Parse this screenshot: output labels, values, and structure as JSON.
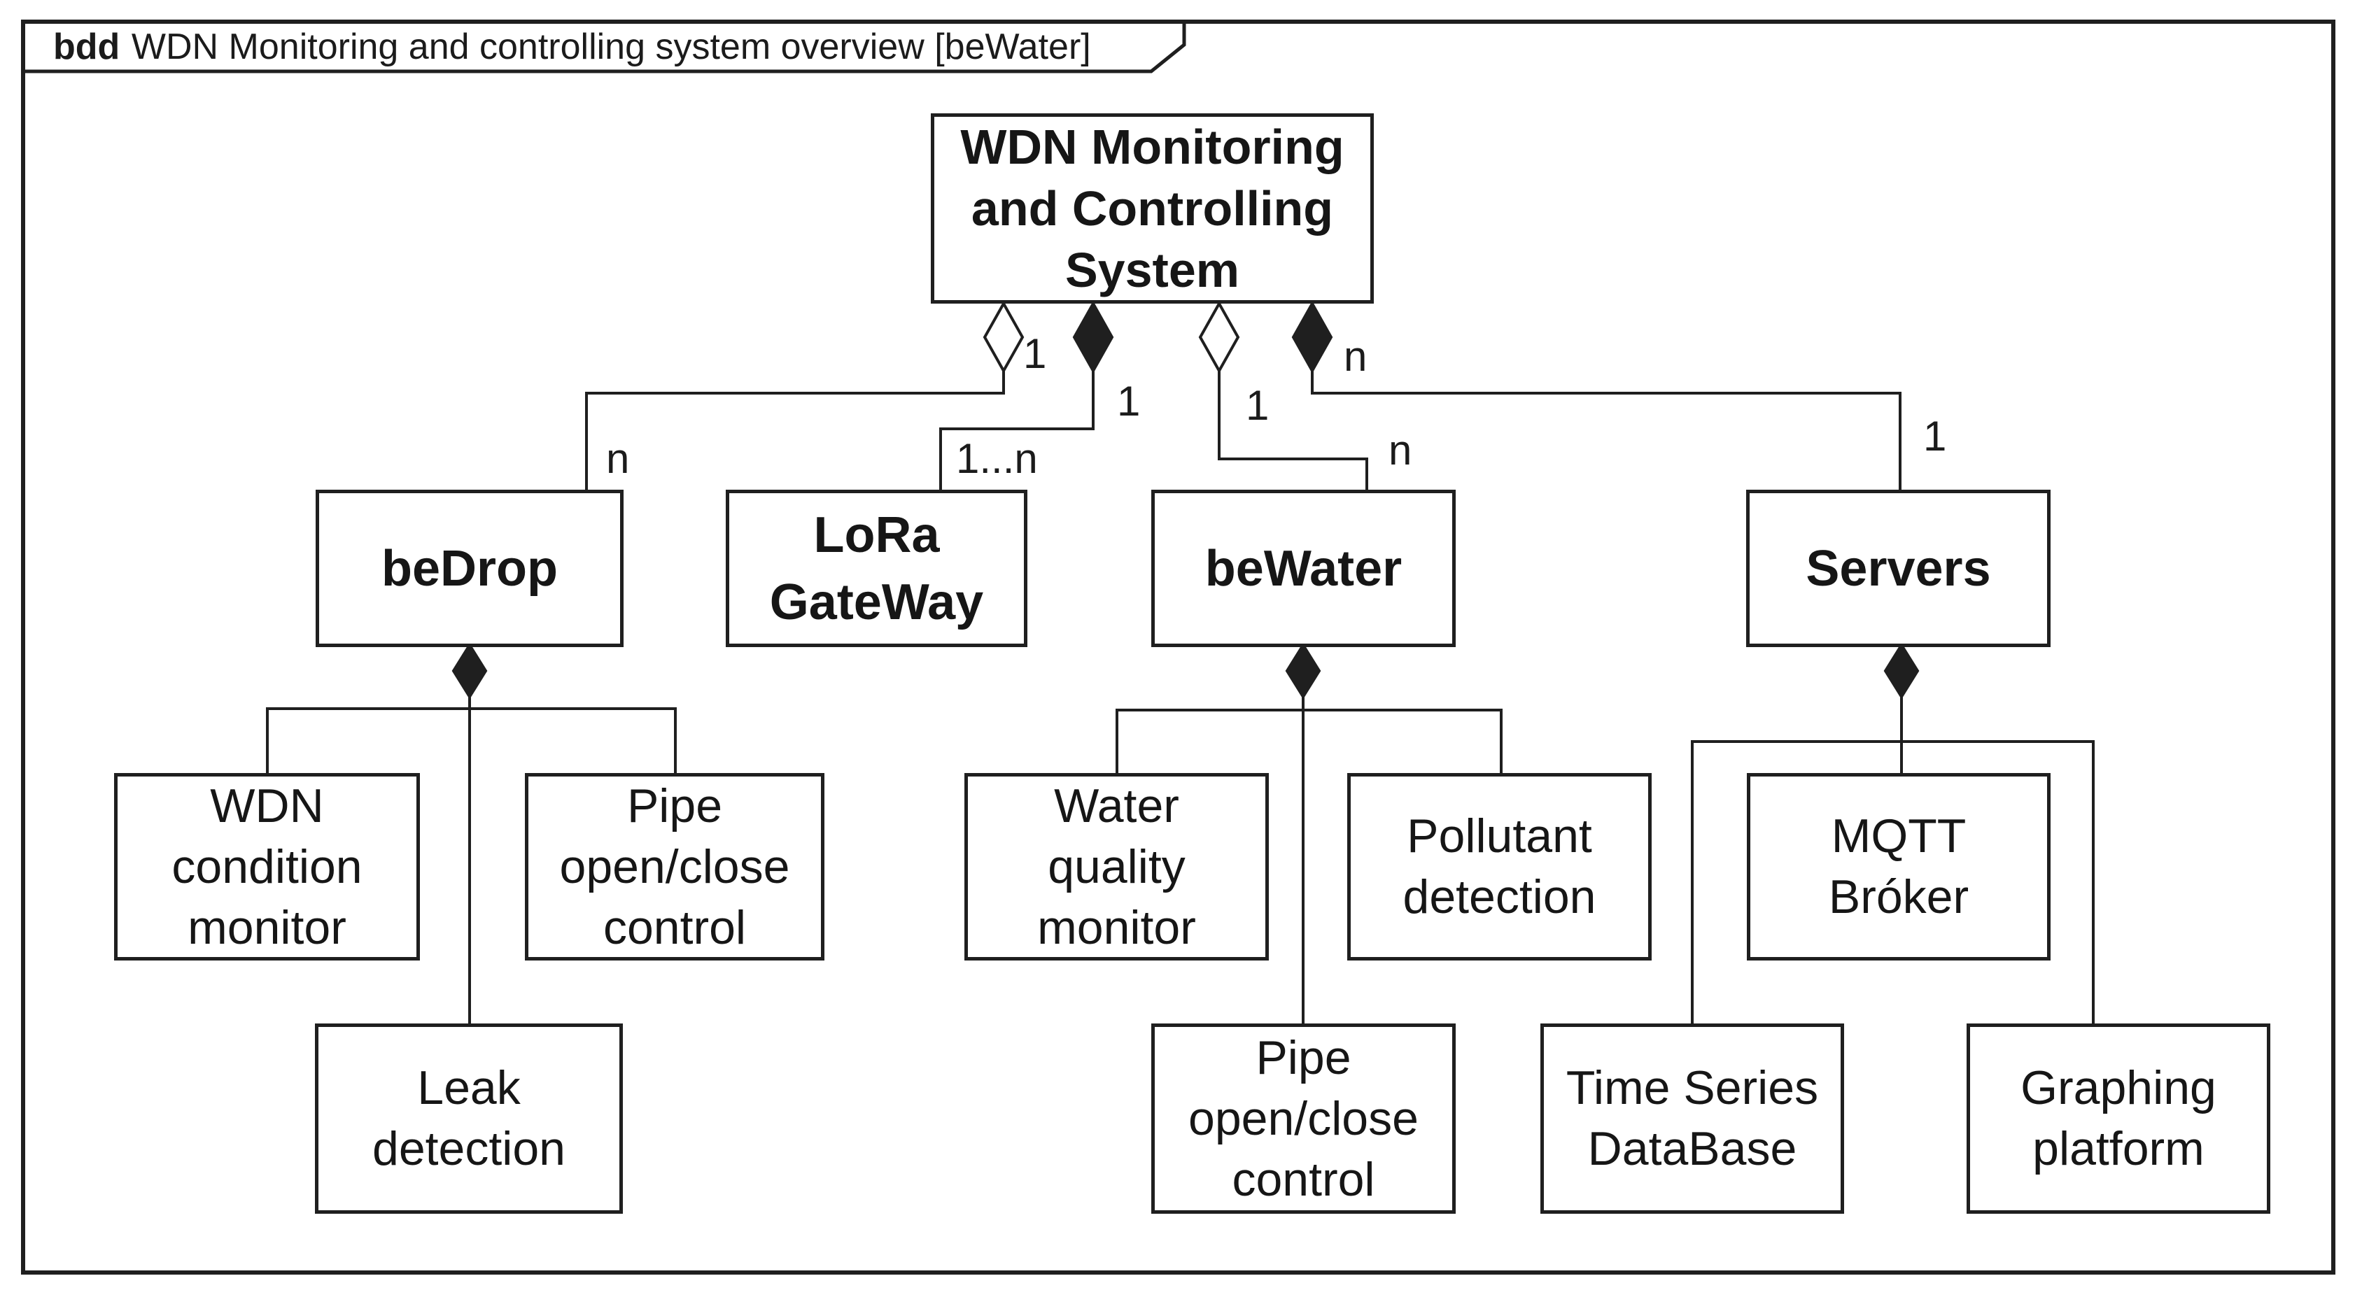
{
  "frame": {
    "keyword": "bdd",
    "title": "WDN Monitoring and controlling system overview [beWater]"
  },
  "colors": {
    "line": "#1f1f1f",
    "background": "#ffffff"
  },
  "blocks": {
    "root": {
      "label": "WDN Monitoring\nand Controlling\nSystem"
    },
    "bedrop": {
      "label": "beDrop"
    },
    "lora": {
      "label": "LoRa\nGateWay"
    },
    "bewater": {
      "label": "beWater"
    },
    "servers": {
      "label": "Servers"
    },
    "wdn_condition_monitor": {
      "label": "WDN\ncondition\nmonitor"
    },
    "pipe_control_bedrop": {
      "label": "Pipe\nopen/close\ncontrol"
    },
    "leak_detection": {
      "label": "Leak\ndetection"
    },
    "water_quality_monitor": {
      "label": "Water\nquality\nmonitor"
    },
    "pollutant_detection": {
      "label": "Pollutant\ndetection"
    },
    "pipe_control_bewater": {
      "label": "Pipe\nopen/close\ncontrol"
    },
    "mqtt_broker": {
      "label": "MQTT\nBróker"
    },
    "time_series_database": {
      "label": "Time Series\nDataBase"
    },
    "graphing_platform": {
      "label": "Graphing\nplatform"
    }
  },
  "connectors": {
    "root_bedrop": {
      "aggregation": "shared",
      "source_multiplicity": "1",
      "target_multiplicity": "n"
    },
    "root_lora": {
      "aggregation": "composite",
      "source_multiplicity": "1",
      "target_multiplicity": "1...n"
    },
    "root_bewater": {
      "aggregation": "shared",
      "source_multiplicity": "1",
      "target_multiplicity": "n"
    },
    "root_servers": {
      "aggregation": "composite",
      "source_multiplicity": "n",
      "target_multiplicity": "1"
    },
    "bedrop_children": {
      "aggregation": "composite"
    },
    "bewater_children": {
      "aggregation": "composite"
    },
    "servers_children": {
      "aggregation": "composite"
    }
  }
}
